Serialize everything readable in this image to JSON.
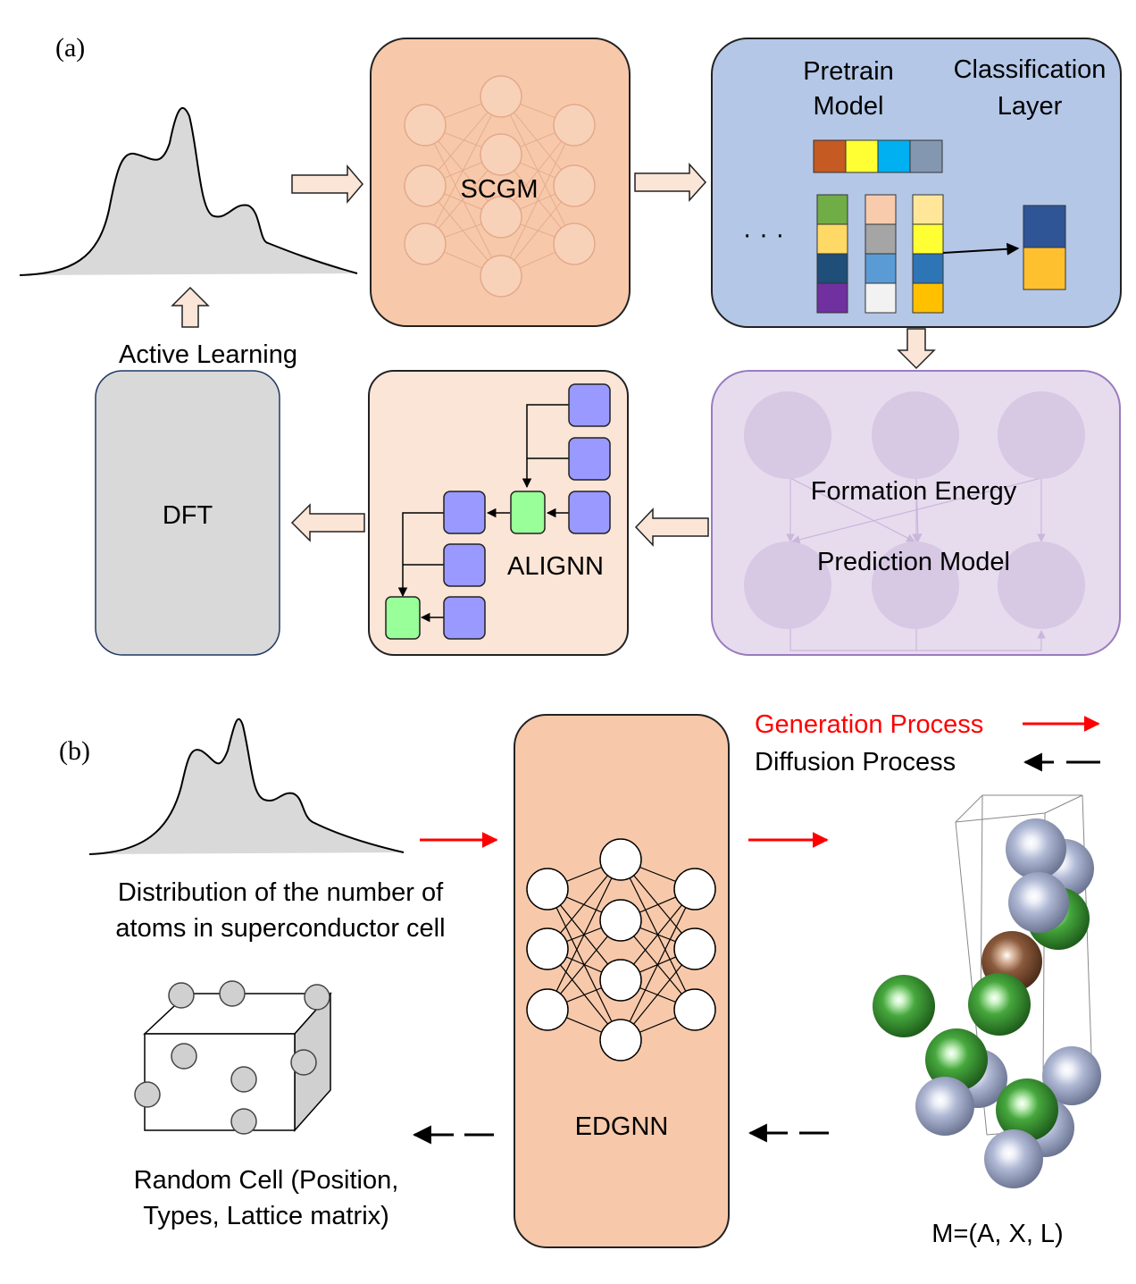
{
  "panel_a": {
    "label": "(a)",
    "active_learning": "Active Learning",
    "scgm": "SCGM",
    "pretrain_title": [
      "Pretrain",
      "Model"
    ],
    "classification_title": [
      "Classification",
      "Layer"
    ],
    "ellipsis": "· · ·",
    "formation_line1": "Formation Energy",
    "formation_line2": "Prediction Model",
    "alignn": "ALIGNN",
    "dft": "DFT"
  },
  "panel_b": {
    "label": "(b)",
    "legend_generation": "Generation Process",
    "legend_diffusion": "Diffusion Process",
    "distribution_line1": "Distribution of the number of",
    "distribution_line2": "atoms in superconductor cell",
    "edgnn": "EDGNN",
    "random_line1": "Random Cell (Position,",
    "random_line2": "Types, Lattice matrix)",
    "output_label": "M=(A, X, L)"
  },
  "colors": {
    "scgm_box": "#f7c9aa",
    "pretrain_box": "#b4c7e7",
    "prediction_box": "#e6dcee",
    "alignn_box": "#fbe5d6",
    "dft_box": "#d9d9d9",
    "edgnn_box": "#f7c9aa",
    "generation_arrow": "#ff0000",
    "diffusion_arrow": "#000000",
    "node_blue": "#9999ff",
    "node_green": "#99ff99",
    "atom_green": "#3a9a35",
    "atom_silver": "#aeb7d3",
    "atom_brown": "#8b5a3c"
  },
  "icons": [
    "distribution-curve",
    "neural-network",
    "atom-sphere",
    "lattice-box"
  ]
}
